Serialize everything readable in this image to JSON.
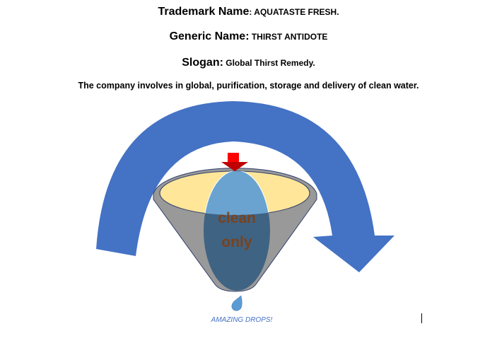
{
  "heading": {
    "trademark_label": "Trademark Name",
    "trademark_value": ": AQUATASTE FRESH.",
    "generic_label": "Generic Name:",
    "generic_value": " THIRST ANTIDOTE",
    "slogan_label": "Slogan:",
    "slogan_value": " Global Thirst Remedy.",
    "description": "The company involves in global, purification, storage and delivery of clean water."
  },
  "diagram": {
    "funnel_text_1": "clean",
    "funnel_text_2": "only",
    "caption": "AMAZING DROPS!",
    "colors": {
      "arrow": "#4472c4",
      "funnel": "#999999",
      "rim": "#ffe699",
      "ellipse_light": "#6aa3cf",
      "ellipse_dark": "#3f6383",
      "text": "#843c0c",
      "red": "#ff0000"
    }
  }
}
